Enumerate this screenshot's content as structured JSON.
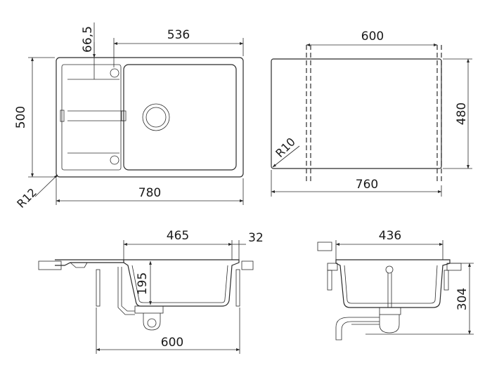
{
  "top_view": {
    "dims": {
      "drainer_offset": "66,5",
      "bowl_width": "536",
      "depth": "500",
      "overall_width": "780",
      "corner_radius": "R12"
    }
  },
  "cutout_view": {
    "dims": {
      "inner_width": "600",
      "height": "480",
      "corner_radius": "R10",
      "overall_width": "760"
    }
  },
  "side_section": {
    "dims": {
      "bowl_width": "465",
      "rim": "32",
      "bowl_depth": "195",
      "cabinet_width": "600"
    }
  },
  "front_section": {
    "dims": {
      "bowl_width": "436",
      "height": "304"
    }
  }
}
